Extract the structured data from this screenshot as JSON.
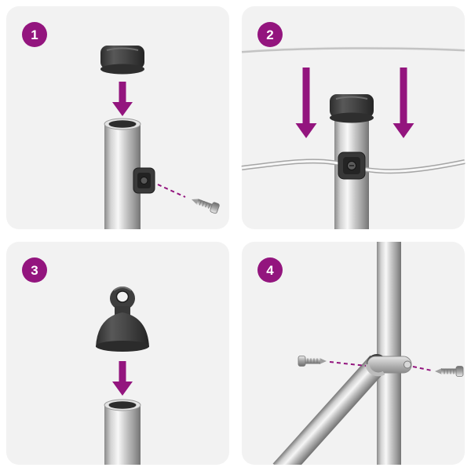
{
  "page": {
    "background_color": "#ffffff",
    "panel_color": "#f2f2f2",
    "accent_color": "#93157e"
  },
  "steps": [
    {
      "number": "1",
      "icons": [
        "end-cap-icon",
        "arrow-down-icon",
        "open-pole-icon",
        "wire-clamp-icon",
        "screw-icon",
        "dashed-guide-line"
      ]
    },
    {
      "number": "2",
      "icons": [
        "tensioned-wire-icon",
        "arrow-down-icon",
        "arrow-down-icon",
        "capped-pole-icon",
        "wire-clamp-icon",
        "threaded-wire-icon"
      ]
    },
    {
      "number": "3",
      "icons": [
        "eyelet-cap-icon",
        "arrow-down-icon",
        "open-pole-icon"
      ]
    },
    {
      "number": "4",
      "icons": [
        "vertical-pole-icon",
        "diagonal-brace-icon",
        "brace-clamp-icon",
        "screw-icon",
        "bolt-icon",
        "dashed-guide-line"
      ]
    }
  ]
}
